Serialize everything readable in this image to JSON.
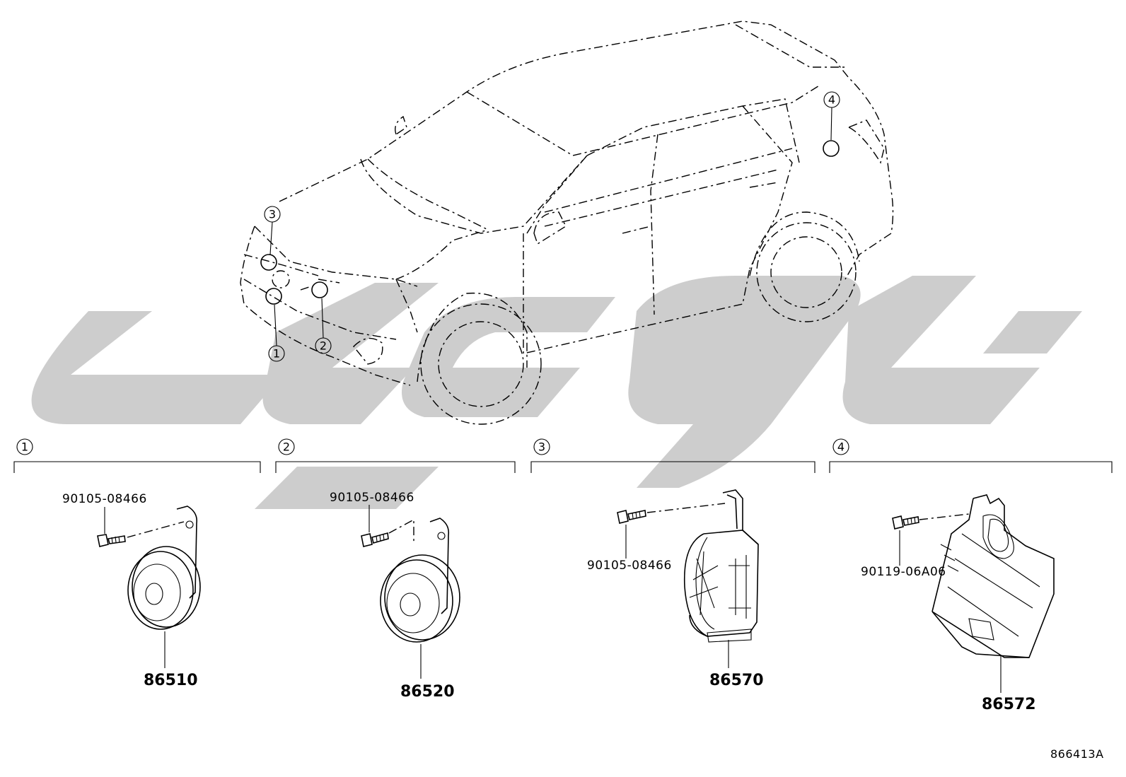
{
  "diagram": {
    "reference_code": "866413A",
    "location_markers": [
      {
        "id": "1",
        "label": "1"
      },
      {
        "id": "2",
        "label": "2"
      },
      {
        "id": "3",
        "label": "3"
      },
      {
        "id": "4",
        "label": "4"
      }
    ],
    "sections": [
      {
        "label": "1",
        "fastener": "90105-08466",
        "part": "86510"
      },
      {
        "label": "2",
        "fastener": "90105-08466",
        "part": "86520"
      },
      {
        "label": "3",
        "fastener": "90105-08466",
        "part": "86570"
      },
      {
        "label": "4",
        "fastener": "90119-06A06",
        "part": "86572"
      }
    ]
  }
}
